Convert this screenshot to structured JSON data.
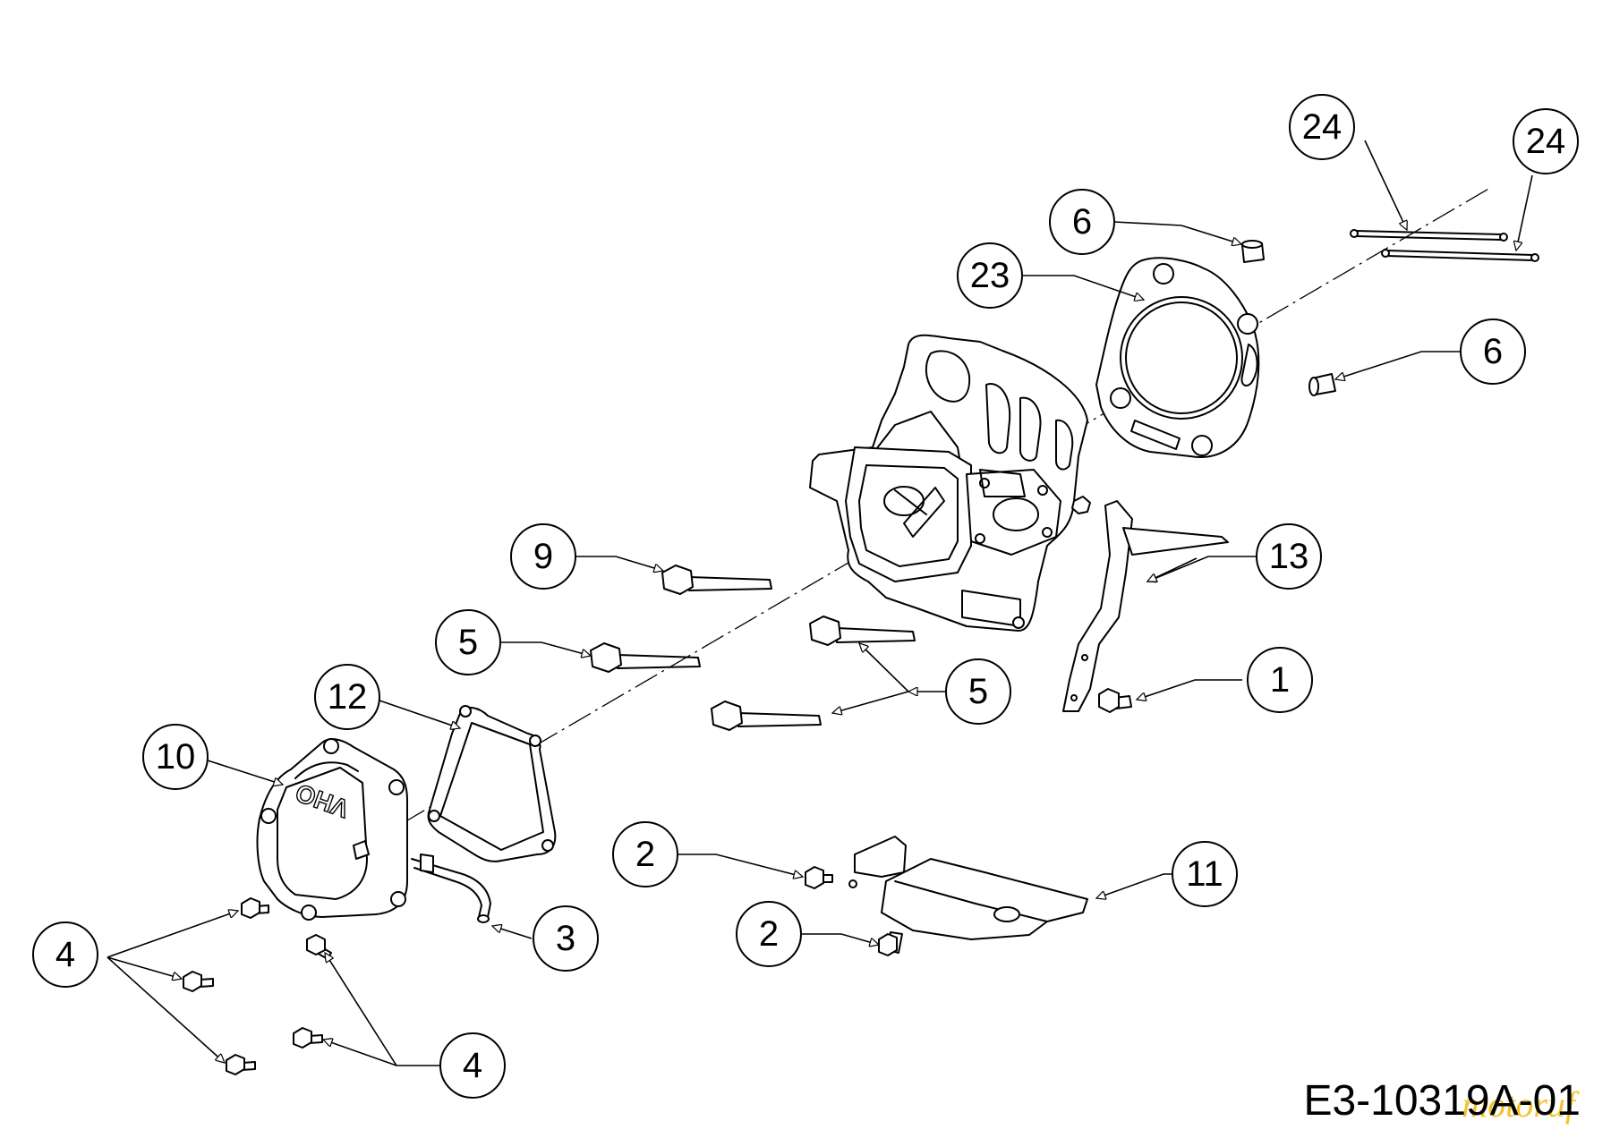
{
  "diagram": {
    "drawing_code": "E3-10319A-01",
    "watermark": "motoruf",
    "cover_emboss": "OHV",
    "callouts": [
      {
        "id": "c-24a",
        "label": "24"
      },
      {
        "id": "c-24b",
        "label": "24"
      },
      {
        "id": "c-6a",
        "label": "6"
      },
      {
        "id": "c-23",
        "label": "23"
      },
      {
        "id": "c-6b",
        "label": "6"
      },
      {
        "id": "c-9",
        "label": "9"
      },
      {
        "id": "c-13",
        "label": "13"
      },
      {
        "id": "c-5a",
        "label": "5"
      },
      {
        "id": "c-5b",
        "label": "5"
      },
      {
        "id": "c-12",
        "label": "12"
      },
      {
        "id": "c-1",
        "label": "1"
      },
      {
        "id": "c-10",
        "label": "10"
      },
      {
        "id": "c-2a",
        "label": "2"
      },
      {
        "id": "c-11",
        "label": "11"
      },
      {
        "id": "c-2b",
        "label": "2"
      },
      {
        "id": "c-3",
        "label": "3"
      },
      {
        "id": "c-4a",
        "label": "4"
      },
      {
        "id": "c-4b",
        "label": "4"
      }
    ]
  }
}
